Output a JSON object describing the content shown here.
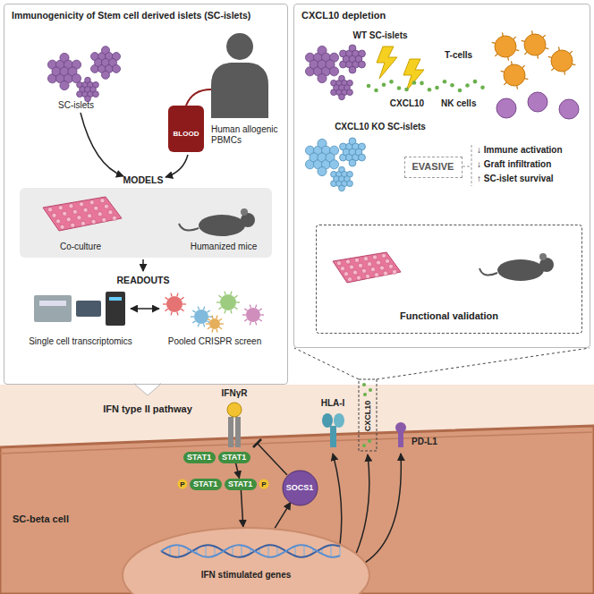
{
  "diagram": {
    "nodes": [
      {
        "text": [
          "Immunogenicity of Stem cell derived islets (SC-islets)"
        ]
      },
      {
        "text": [
          "CXCL10 depletion"
        ]
      },
      {
        "text": [
          "EVASIVE"
        ],
        "in": 1
      },
      {
        "text": [
          "Functional validation"
        ],
        "in": 1
      },
      {
        "text": [
          "SC-beta cell"
        ]
      },
      {
        "text": [
          "IFN stimulated genes"
        ],
        "in": 4
      },
      {
        "text": [
          "STAT1"
        ],
        "in": 4
      },
      {
        "text": [
          "STAT1"
        ],
        "in": 4
      },
      {
        "text": [
          "STAT1"
        ],
        "in": 4
      },
      {
        "text": [
          "STAT1"
        ],
        "in": 4
      },
      {
        "text": [
          "SOCS1"
        ],
        "in": 4
      }
    ],
    "edges": [
      {
        "from": 7,
        "to": 9,
        "arrow": "to"
      },
      {
        "from": 9,
        "to": 5,
        "arrow": "to"
      },
      {
        "from": 5,
        "to": 10,
        "arrow": "to"
      }
    ],
    "labels": [
      "SC-islets",
      "Human allogenic PBMCs",
      "BLOOD",
      "MODELS",
      "Co-culture",
      "Humanized mice",
      "READOUTS",
      "Single cell transcriptomics",
      "Pooled CRISPR screen",
      "WT SC-islets",
      "CXCL10",
      "T-cells",
      "NK cells",
      "CXCL10 KO SC-islets",
      "↓ Immune activation",
      "↓ Graft infiltration",
      "↑ SC-islet survival",
      "IFN type II pathway",
      "IFNγR",
      "P",
      "P",
      "HLA-I",
      "CXCL10",
      "PD-L1"
    ]
  }
}
